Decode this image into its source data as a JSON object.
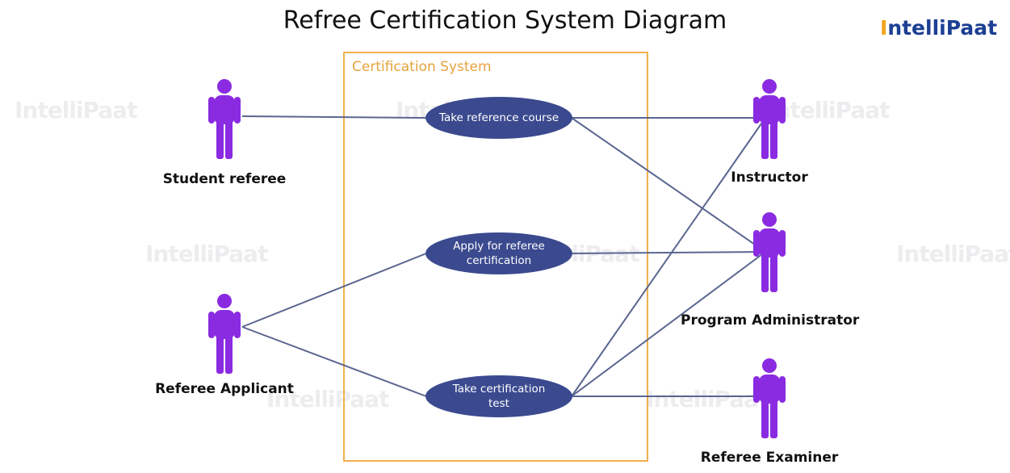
{
  "title": "Refree Certification System Diagram",
  "logo": {
    "text": "IntelliPaat",
    "accent_letter": "I"
  },
  "watermark_text": "IntelliPaat",
  "system": {
    "label": "Certification System",
    "border_color": "#f0b14e"
  },
  "use_cases": [
    {
      "id": "take-reference-course",
      "label": "Take reference course"
    },
    {
      "id": "apply-certification",
      "label": "Apply for referee\ncertification"
    },
    {
      "id": "take-test",
      "label": "Take certification\ntest"
    }
  ],
  "actors": [
    {
      "id": "student-referee",
      "label": "Student referee"
    },
    {
      "id": "referee-applicant",
      "label": "Referee Applicant"
    },
    {
      "id": "instructor",
      "label": "Instructor"
    },
    {
      "id": "program-administrator",
      "label": "Program Administrator"
    },
    {
      "id": "referee-examiner",
      "label": "Referee Examiner"
    }
  ],
  "links": [
    [
      "student-referee",
      "take-reference-course"
    ],
    [
      "take-reference-course",
      "instructor"
    ],
    [
      "take-reference-course",
      "program-administrator"
    ],
    [
      "referee-applicant",
      "apply-certification"
    ],
    [
      "apply-certification",
      "program-administrator"
    ],
    [
      "referee-applicant",
      "take-test"
    ],
    [
      "take-test",
      "instructor"
    ],
    [
      "take-test",
      "program-administrator"
    ],
    [
      "take-test",
      "referee-examiner"
    ]
  ],
  "colors": {
    "actor": "#8a2be2",
    "use_case_fill": "#3b4a8f",
    "link": "#5b6691",
    "system_label": "#e6a33b"
  }
}
